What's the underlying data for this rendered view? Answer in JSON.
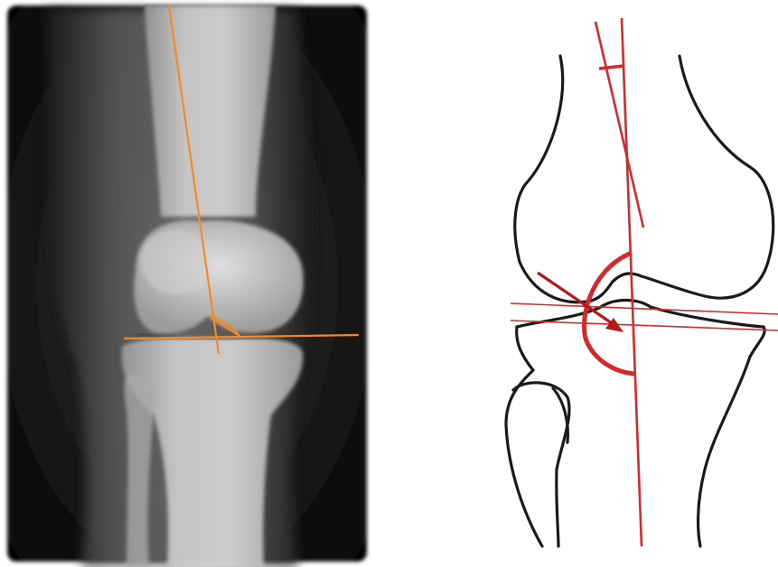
{
  "figure": {
    "panels": [
      {
        "id": "xray",
        "kind": "anteroposterior knee radiograph",
        "annotation_color": "#f28a2c"
      },
      {
        "id": "diagram",
        "kind": "knee line drawing with alignment axes",
        "outline_color": "#1a1a1a",
        "axis_color": "#d42a2a",
        "arrow_color": "#b51818"
      }
    ]
  }
}
